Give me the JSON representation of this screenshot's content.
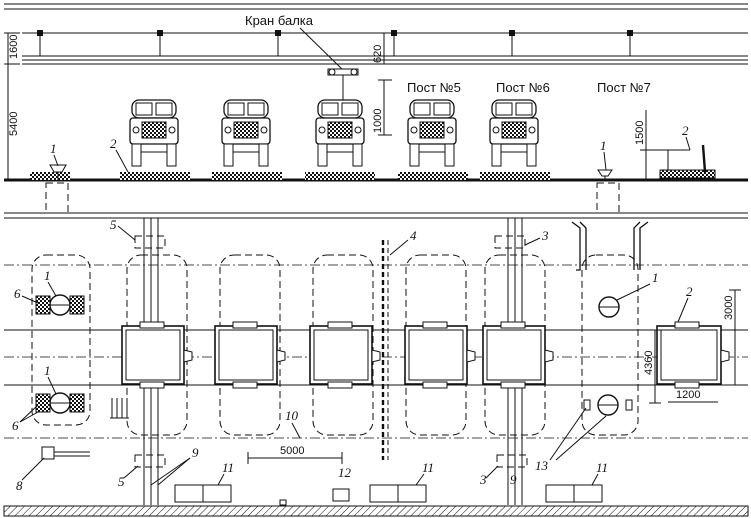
{
  "title_crane": "Кран балка",
  "posts": [
    "Пост №5",
    "Пост №6",
    "Пост №7"
  ],
  "dims": {
    "d1600": "1600",
    "d5400": "5400",
    "d620": "620",
    "d1000": "1000",
    "d1500": "1500",
    "d3000": "3000",
    "d4360": "4360",
    "d1200": "1200",
    "d5000": "5000"
  },
  "callouts": {
    "c1": "1",
    "c2": "2",
    "c3": "3",
    "c4": "4",
    "c5": "5",
    "c6": "6",
    "c8": "8",
    "c9": "9",
    "c10": "10",
    "c11": "11",
    "c12": "12",
    "c13": "13"
  },
  "colors": {
    "ink": "#111111",
    "paper": "#ffffff"
  }
}
